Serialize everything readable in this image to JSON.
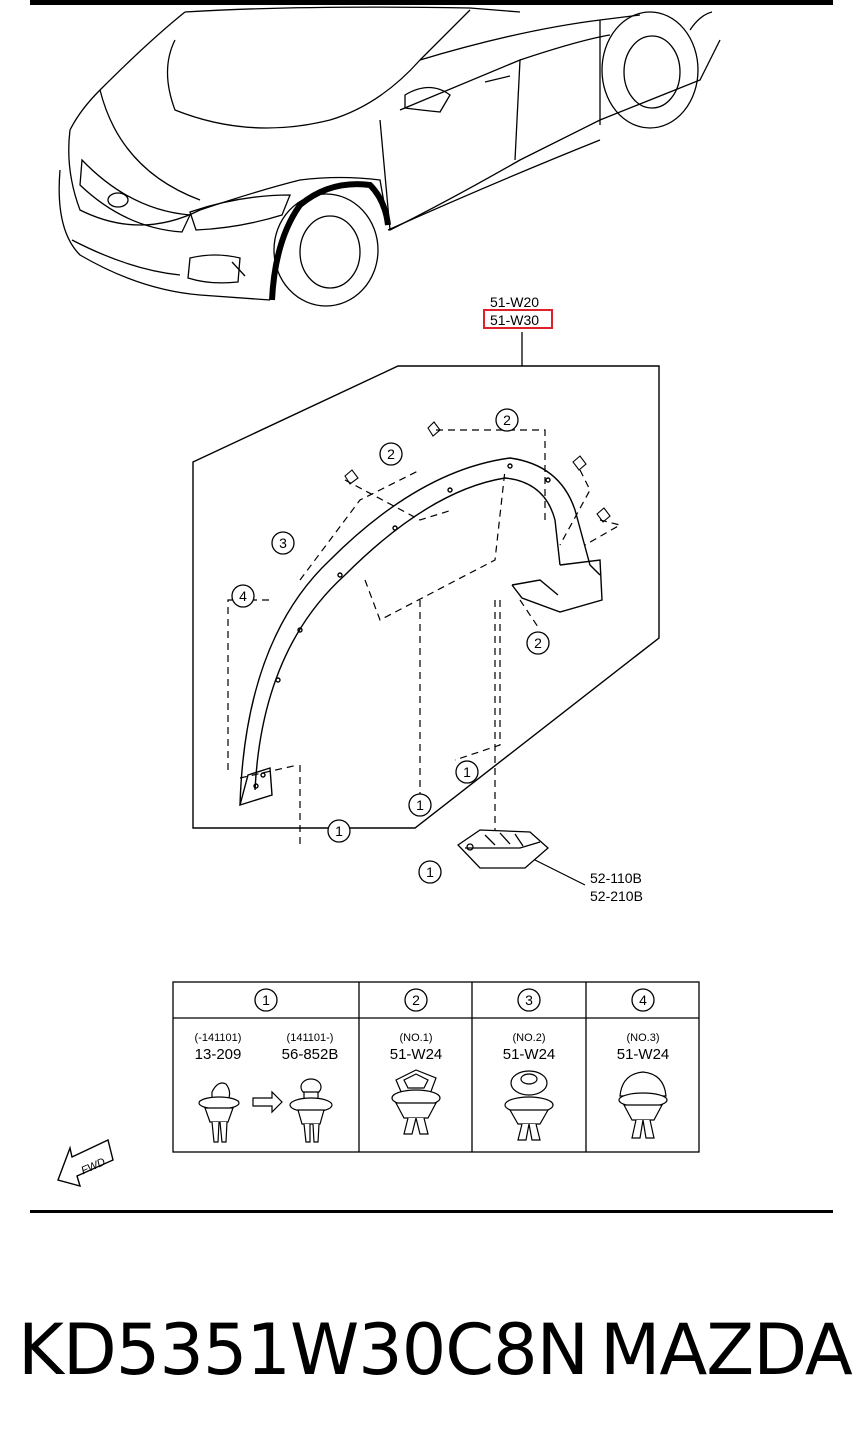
{
  "callouts": {
    "part_upper": "51-W20",
    "part_highlighted": "51-W30",
    "moulding_left": "52-110B",
    "moulding_right": "52-210B",
    "fwd_arrow_text": "FWD",
    "highlight_color": "#e0202a"
  },
  "markers": [
    "1",
    "2",
    "3",
    "4"
  ],
  "fastener_table": {
    "headers": [
      "1",
      "2",
      "3",
      "4"
    ],
    "cells": [
      {
        "note": "(-141101)",
        "part": "13-209"
      },
      {
        "note": "(141101-)",
        "part": "56-852B"
      },
      {
        "note": "(NO.1)",
        "part": "51-W24"
      },
      {
        "note": "(NO.2)",
        "part": "51-W24"
      },
      {
        "note": "(NO.3)",
        "part": "51-W24"
      }
    ]
  },
  "footer": {
    "part_number": "KD5351W30C8N",
    "brand": "MAZDA"
  }
}
